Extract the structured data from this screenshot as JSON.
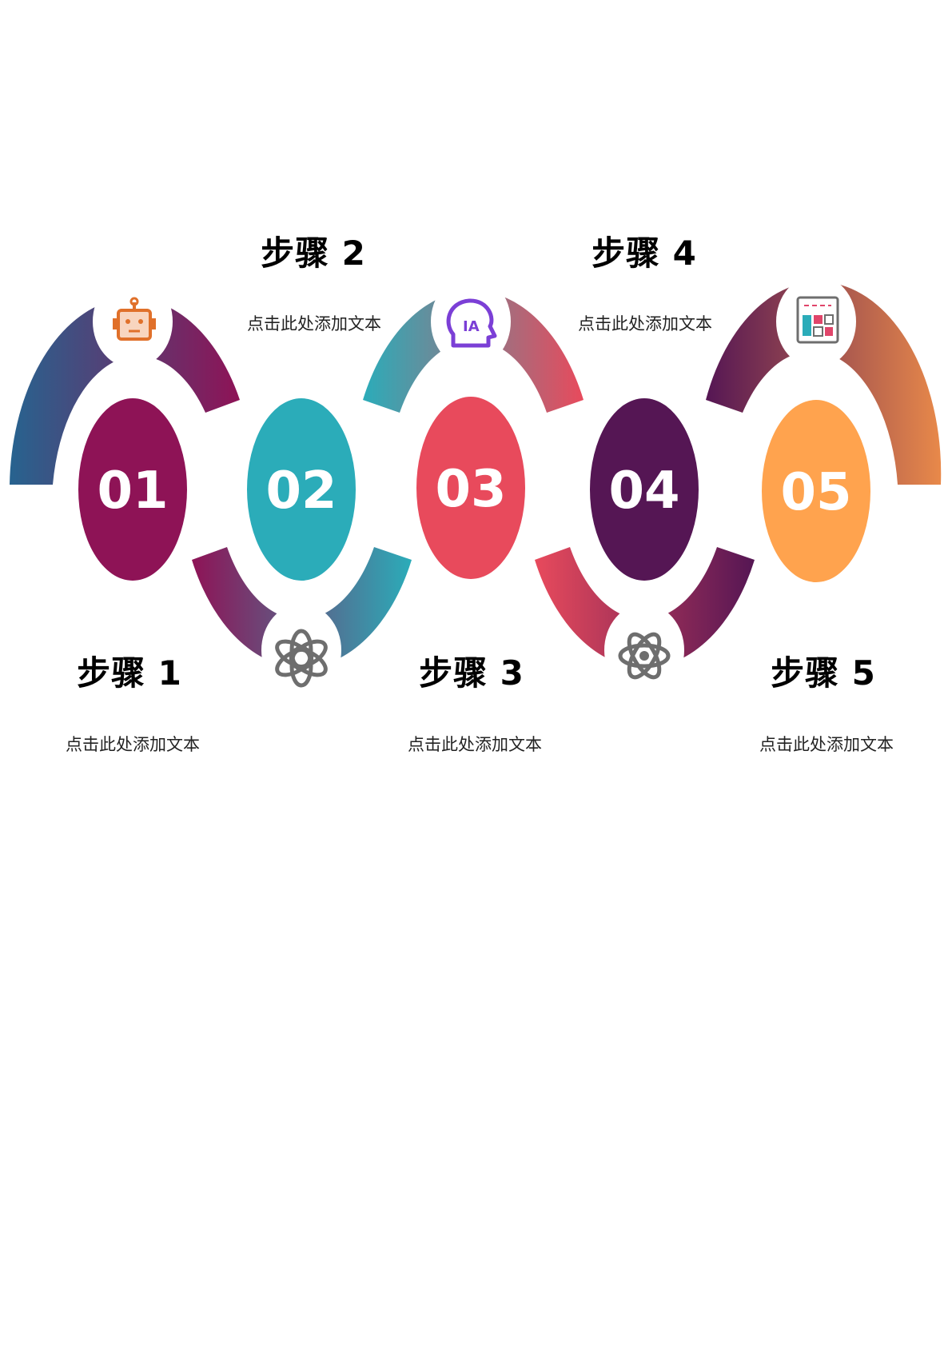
{
  "steps": [
    {
      "number": "01",
      "title": "步骤 1",
      "text": "点击此处添加文本",
      "color": "#8E1356",
      "icon": "robot-icon"
    },
    {
      "number": "02",
      "title": "步骤 2",
      "text": "点击此处添加文本",
      "color": "#2BACB9",
      "icon": "openai-knot-icon"
    },
    {
      "number": "03",
      "title": "步骤 3",
      "text": "点击此处添加文本",
      "color": "#E84A5C",
      "icon": "ai-head-icon"
    },
    {
      "number": "04",
      "title": "步骤 4",
      "text": "点击此处添加文本",
      "color": "#551654",
      "icon": "atom-icon"
    },
    {
      "number": "05",
      "title": "步骤 5",
      "text": "点击此处添加文本",
      "color": "#FFA34E",
      "icon": "dashboard-icon"
    }
  ],
  "colors": {
    "arc_start": "#27638F",
    "arc_orange": "#E8894A",
    "icon_orange": "#E0702A",
    "icon_purple": "#7B3FD6",
    "icon_gray": "#6E6E6E",
    "icon_pink": "#E0456A",
    "icon_teal": "#2BACB9"
  }
}
